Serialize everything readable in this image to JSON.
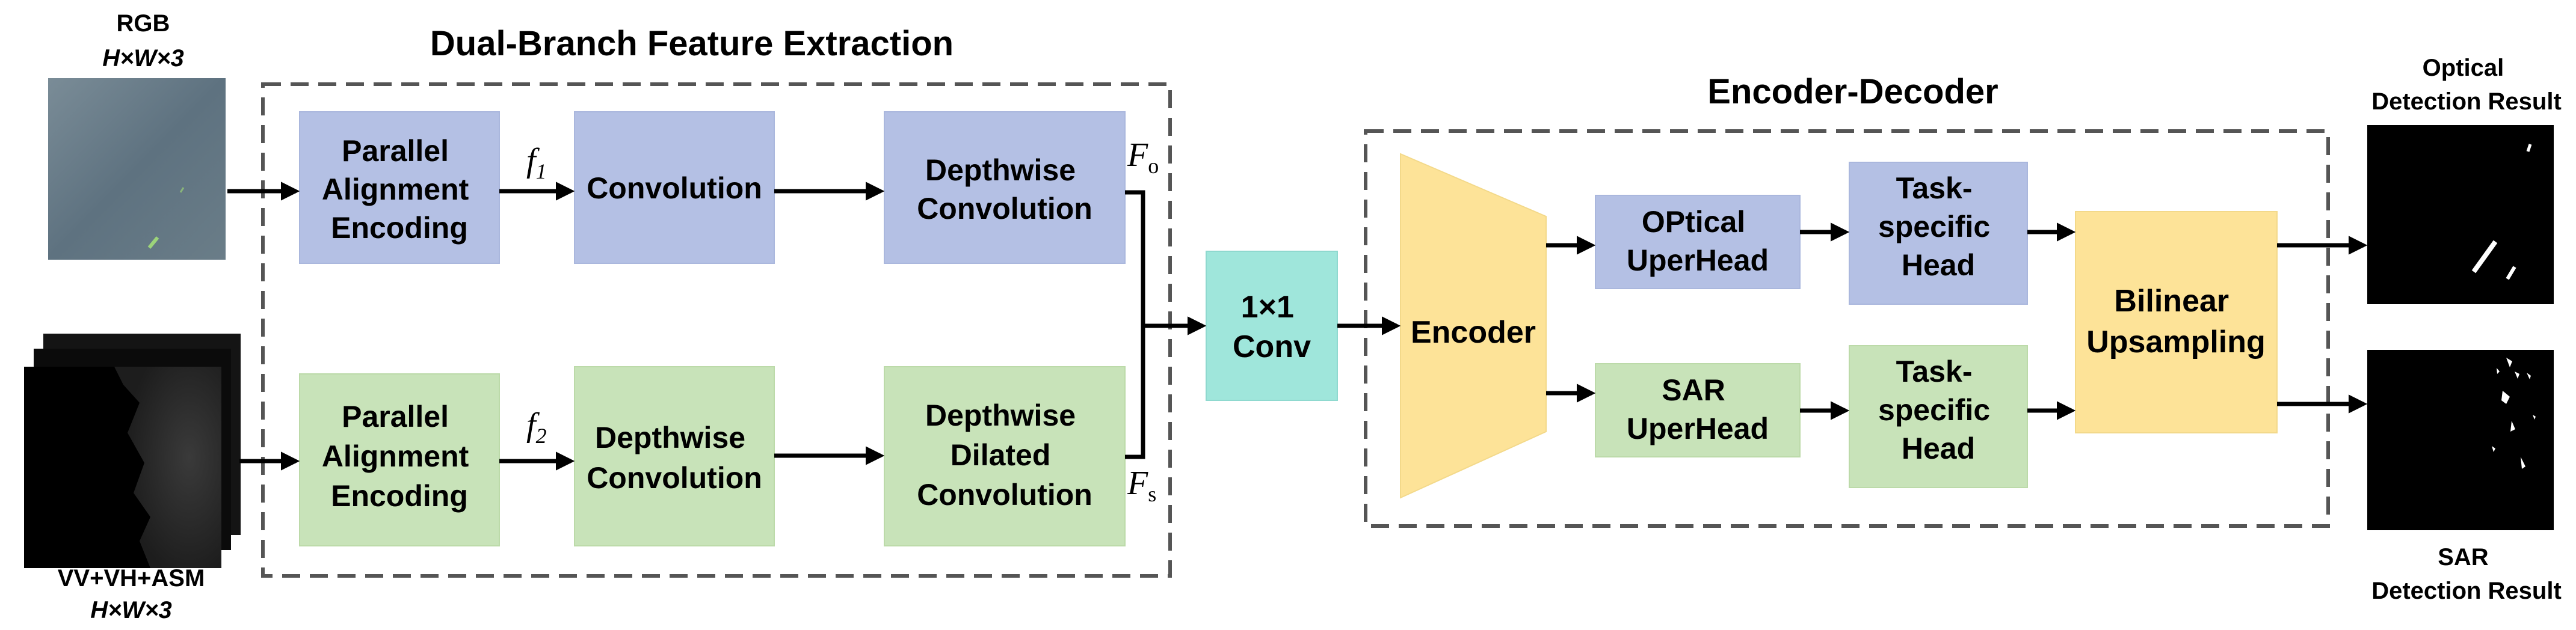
{
  "inputs": {
    "rgb_label": "RGB",
    "rgb_dims": "H×W×3",
    "sar_label": "VV+VH+ASM",
    "sar_dims": "H×W×3"
  },
  "dual_branch": {
    "title": "Dual-Branch Feature Extraction",
    "optical": {
      "pae": [
        "Parallel",
        "Alignment",
        "Encoding"
      ],
      "feature": "f",
      "feature_sub": "1",
      "conv": "Convolution",
      "dw": [
        "Depthwise",
        "Convolution"
      ],
      "output": "F",
      "output_sub": "o"
    },
    "sar": {
      "pae": [
        "Parallel",
        "Alignment",
        "Encoding"
      ],
      "feature": "f",
      "feature_sub": "2",
      "conv": [
        "Depthwise",
        "Convolution"
      ],
      "dw": [
        "Depthwise",
        "Dilated",
        "Convolution"
      ],
      "output": "F",
      "output_sub": "s"
    }
  },
  "fusion": {
    "label": [
      "1×1",
      "Conv"
    ]
  },
  "encoder_decoder": {
    "title": "Encoder-Decoder",
    "encoder": "Encoder",
    "optical_head": [
      "OPtical",
      "UperHead"
    ],
    "sar_head": [
      "SAR",
      "UperHead"
    ],
    "task_head_optical": [
      "Task-",
      "specific",
      "Head"
    ],
    "task_head_sar": [
      "Task-",
      "specific",
      "Head"
    ],
    "upsampling": [
      "Bilinear",
      "Upsampling"
    ]
  },
  "outputs": {
    "optical": [
      "Optical",
      "Detection Result"
    ],
    "sar": [
      "SAR",
      "Detection Result"
    ]
  },
  "colors": {
    "optical_block": "#b4c0e4",
    "sar_block": "#c8e3b9",
    "encoder_block": "#fde398",
    "conv_block": "#9fe6db"
  }
}
